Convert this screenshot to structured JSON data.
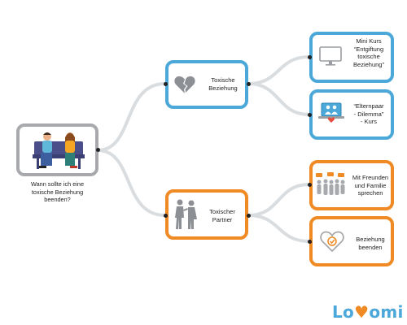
{
  "root": {
    "label_lines": [
      "Wann sollte ich eine",
      "toxische Beziehung",
      "beenden?"
    ]
  },
  "branches": [
    {
      "label_lines": [
        "Toxische",
        "Beziehung"
      ],
      "icon": "broken-heart-icon",
      "color": "#4ba8d9",
      "children": [
        {
          "label_lines": [
            "Mini Kurs",
            "“Entgiftung",
            "toxische",
            "Beziehung”"
          ],
          "icon": "monitor-icon"
        },
        {
          "label_lines": [
            "“Elternpaar",
            "- Dilemma”",
            "- Kurs"
          ],
          "icon": "laptop-family-icon"
        }
      ]
    },
    {
      "label_lines": [
        "Toxischer",
        "Partner"
      ],
      "icon": "arguing-couple-icon",
      "color": "#f08a24",
      "children": [
        {
          "label_lines": [
            "Mit Freunden",
            "und Familie",
            "sprechen"
          ],
          "icon": "talking-group-icon"
        },
        {
          "label_lines": [
            "Beziehung",
            "beenden"
          ],
          "icon": "heart-check-icon"
        }
      ]
    }
  ],
  "logo": {
    "prefix": "Lo",
    "heart": "♥",
    "suffix": "omi"
  },
  "colors": {
    "gray": "#a7a9ac",
    "blue": "#4ba8d9",
    "orange": "#f08a24",
    "connector": "#d9dde0"
  }
}
